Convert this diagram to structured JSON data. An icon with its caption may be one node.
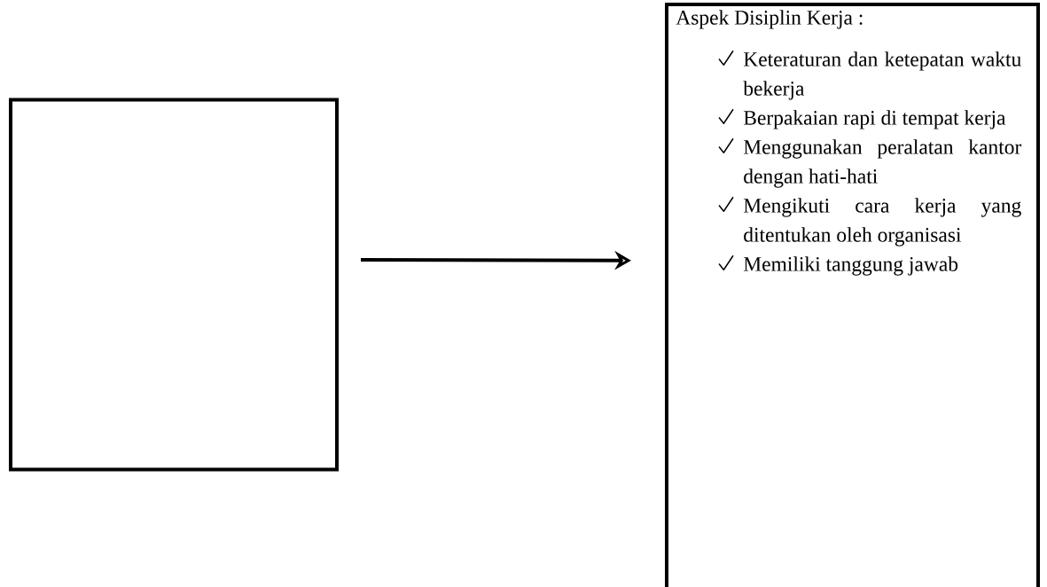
{
  "diagram": {
    "nodes": [
      {
        "text": [],
        "shape": "box"
      },
      {
        "text": [
          "Aspek Disiplin Kerja :",
          "Keteraturan dan ketepatan waktu bekerja",
          "Berpakaian rapi di tempat kerja",
          "Menggunakan peralatan kantor dengan hati-hati",
          "Mengikuti cara kerja yang ditentukan oleh organisasi",
          "Memiliki tanggung jawab"
        ]
      }
    ],
    "edges": [
      {
        "from": 0,
        "to": 1,
        "arrow": "to"
      }
    ]
  }
}
